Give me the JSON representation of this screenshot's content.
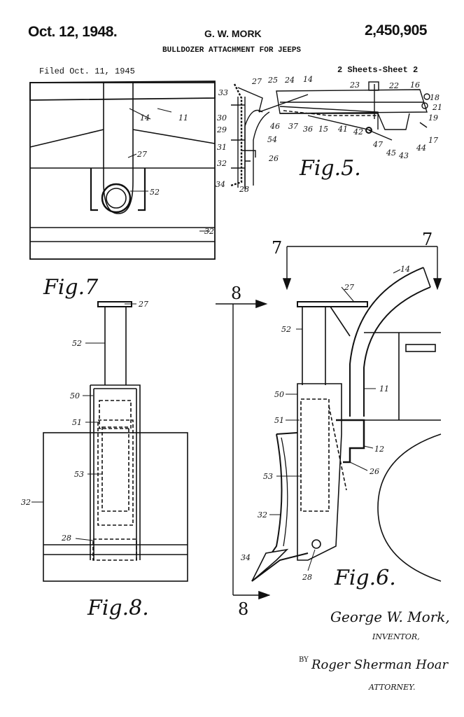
{
  "header": {
    "date": "Oct. 12, 1948.",
    "inventor_name": "G. W. MORK",
    "patent_number": "2,450,905",
    "title": "BULLDOZER ATTACHMENT FOR JEEPS",
    "filed": "Filed Oct. 11, 1945",
    "sheets": "2 Sheets-Sheet 2"
  },
  "fig5": {
    "caption": "Fig.5.",
    "labels": [
      "27",
      "25",
      "24",
      "14",
      "23",
      "22",
      "16",
      "18",
      "21",
      "19",
      "17",
      "33",
      "30",
      "29",
      "31",
      "32",
      "34",
      "28",
      "26",
      "54",
      "46",
      "37",
      "36",
      "15",
      "41",
      "42",
      "47",
      "45",
      "43",
      "44"
    ]
  },
  "fig7": {
    "caption": "Fig.7",
    "labels": [
      "14",
      "11",
      "27",
      "52",
      "32"
    ]
  },
  "fig8": {
    "caption": "Fig.8.",
    "labels": [
      "27",
      "52",
      "50",
      "51",
      "53",
      "32",
      "28"
    ]
  },
  "fig6": {
    "caption": "Fig.6.",
    "labels": [
      "14",
      "27",
      "52",
      "11",
      "50",
      "51",
      "12",
      "26",
      "53",
      "32",
      "34",
      "28"
    ]
  },
  "section_marks": [
    "7",
    "7",
    "8",
    "8"
  ],
  "signatures": {
    "inventor_signature": "George W. Mork,",
    "inventor_role": "INVENTOR,",
    "by": "BY",
    "attorney_signature": "Roger Sherman Hoar",
    "attorney_role": "ATTORNEY."
  }
}
